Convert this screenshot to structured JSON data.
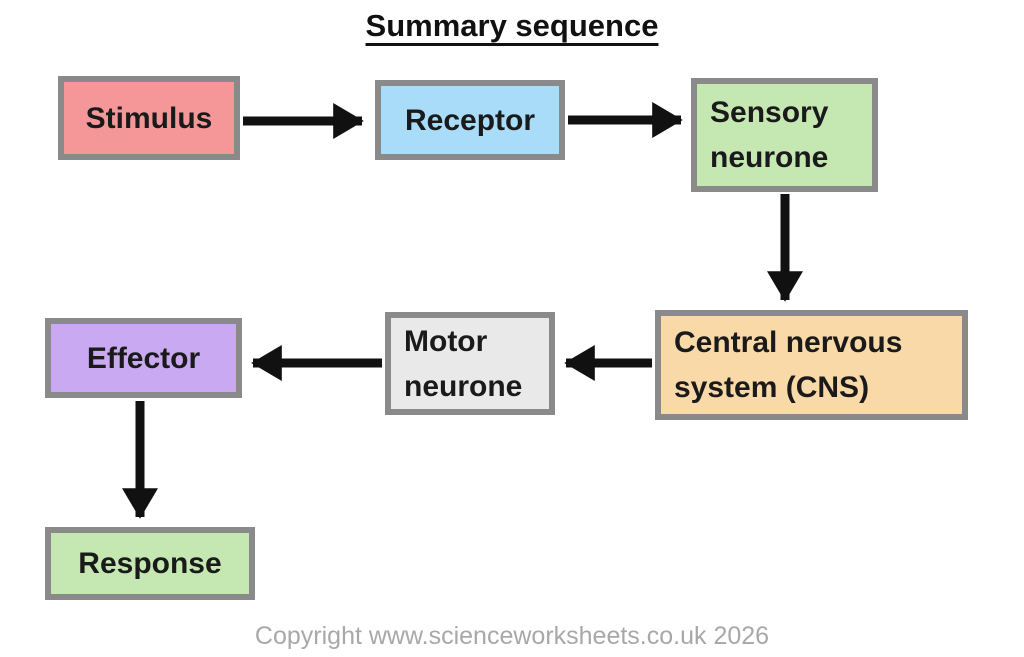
{
  "title": "Summary sequence",
  "nodes": {
    "stimulus": {
      "label": "Stimulus",
      "fill": "#f59798"
    },
    "receptor": {
      "label": "Receptor",
      "fill": "#a8dcf8"
    },
    "sensory": {
      "label": "Sensory neurone",
      "fill": "#c5e8b2"
    },
    "cns": {
      "label": "Central nervous system (CNS)",
      "fill": "#fad9a8"
    },
    "motor": {
      "label": "Motor neurone",
      "fill": "#e9e9e9"
    },
    "effector": {
      "label": "Effector",
      "fill": "#c9a9f2"
    },
    "response": {
      "label": "Response",
      "fill": "#c5e8b2"
    }
  },
  "edges": [
    {
      "from": "stimulus",
      "to": "receptor",
      "direction": "right"
    },
    {
      "from": "receptor",
      "to": "sensory",
      "direction": "right"
    },
    {
      "from": "sensory",
      "to": "cns",
      "direction": "down"
    },
    {
      "from": "cns",
      "to": "motor",
      "direction": "left"
    },
    {
      "from": "motor",
      "to": "effector",
      "direction": "left"
    },
    {
      "from": "effector",
      "to": "response",
      "direction": "down"
    }
  ],
  "colors": {
    "box_border": "#8a8a8a",
    "arrow": "#111111",
    "text": "#1a1a1a",
    "copyright_text": "#a8a8a8",
    "background": "#ffffff"
  },
  "footer": {
    "copyright": "Copyright www.scienceworksheets.co.uk 2026"
  }
}
